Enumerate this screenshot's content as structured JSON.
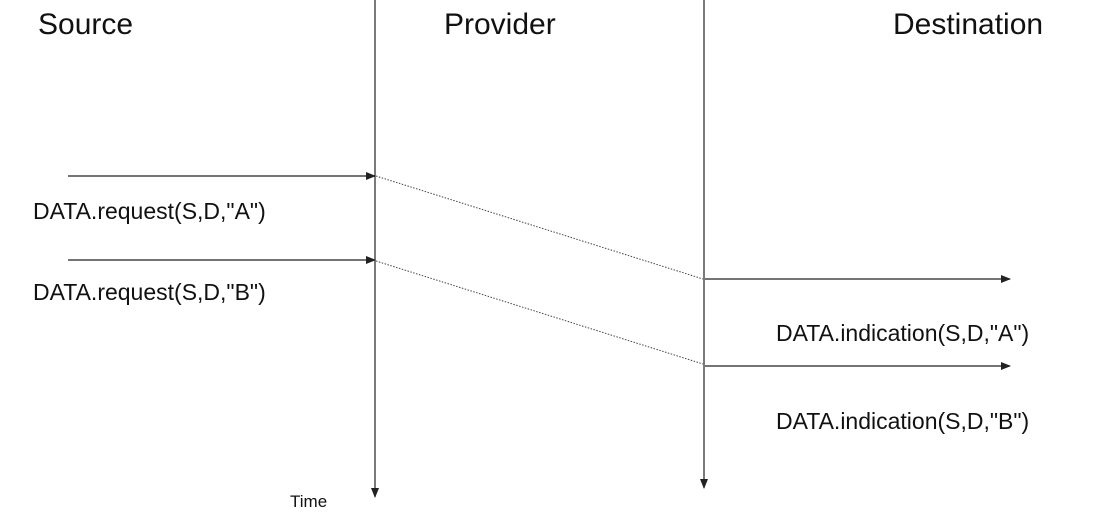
{
  "lanes": {
    "source": "Source",
    "provider": "Provider",
    "destination": "Destination"
  },
  "time_label": "Time",
  "primitives": {
    "request_a": "DATA.request(S,D,\"A\")",
    "request_b": "DATA.request(S,D,\"B\")",
    "indication_a": "DATA.indication(S,D,\"A\")",
    "indication_b": "DATA.indication(S,D,\"B\")"
  },
  "colors": {
    "line": "#222222",
    "text": "#111111"
  }
}
